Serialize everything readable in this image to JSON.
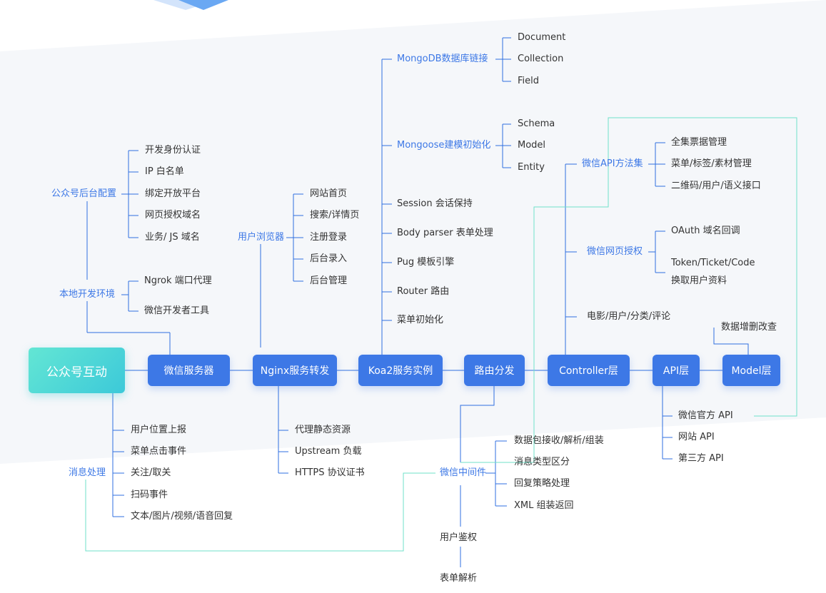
{
  "colors": {
    "accent": "#3d78e6",
    "root_start": "#63e6d4",
    "root_end": "#3cc9d9",
    "line": "#2f6fe0",
    "teal_line": "#6fe2c9",
    "text": "#333333",
    "bg_band": "#f5f7fa"
  },
  "nodes": {
    "root": "公众号互动",
    "wechat_server": "微信服务器",
    "nginx": "Nginx服务转发",
    "koa2": "Koa2服务实例",
    "routing": "路由分发",
    "controller": "Controller层",
    "api": "API层",
    "model": "Model层"
  },
  "backend_config": {
    "title": "公众号后台配置",
    "items": [
      "开发身份认证",
      "IP 白名单",
      "绑定开放平台",
      "网页授权域名",
      "业务/ JS 域名"
    ]
  },
  "local_env": {
    "title": "本地开发环境",
    "items": [
      "Ngrok 端口代理",
      "微信开发者工具"
    ]
  },
  "message": {
    "title": "消息处理",
    "items": [
      "用户位置上报",
      "菜单点击事件",
      "关注/取关",
      "扫码事件",
      "文本/图片/视频/语音回复"
    ]
  },
  "browser": {
    "title": "用户浏览器",
    "items": [
      "网站首页",
      "搜索/详情页",
      "注册登录",
      "后台录入",
      "后台管理"
    ]
  },
  "nginx_items": [
    "代理静态资源",
    "Upstream 负载",
    "HTTPS 协议证书"
  ],
  "koa": {
    "mongodb": "MongoDB数据库链接",
    "mongodb_items": [
      "Document",
      "Collection",
      "Field"
    ],
    "mongoose": "Mongoose建模初始化",
    "mongoose_items": [
      "Schema",
      "Model",
      "Entity"
    ],
    "items": [
      "Session 会话保持",
      "Body parser 表单处理",
      "Pug 模板引擎",
      "Router 路由",
      "菜单初始化"
    ]
  },
  "middleware": {
    "title": "微信中间件",
    "items": [
      "数据包接收/解析/组装",
      "消息类型区分",
      "回复策略处理",
      "XML 组装返回"
    ],
    "chain": [
      "用户鉴权",
      "表单解析"
    ]
  },
  "wechat_api": {
    "title": "微信API方法集",
    "items": [
      "全集票据管理",
      "菜单/标签/素材管理",
      "二维码/用户/语义接口"
    ]
  },
  "web_auth": {
    "title": "微信网页授权",
    "items": [
      "OAuth 域名回调",
      "Token/Ticket/Code",
      "换取用户资料"
    ]
  },
  "controller_item": "电影/用户/分类/评论",
  "api_items": [
    "微信官方 API",
    "网站 API",
    "第三方 API"
  ],
  "model_item": "数据增删改查"
}
